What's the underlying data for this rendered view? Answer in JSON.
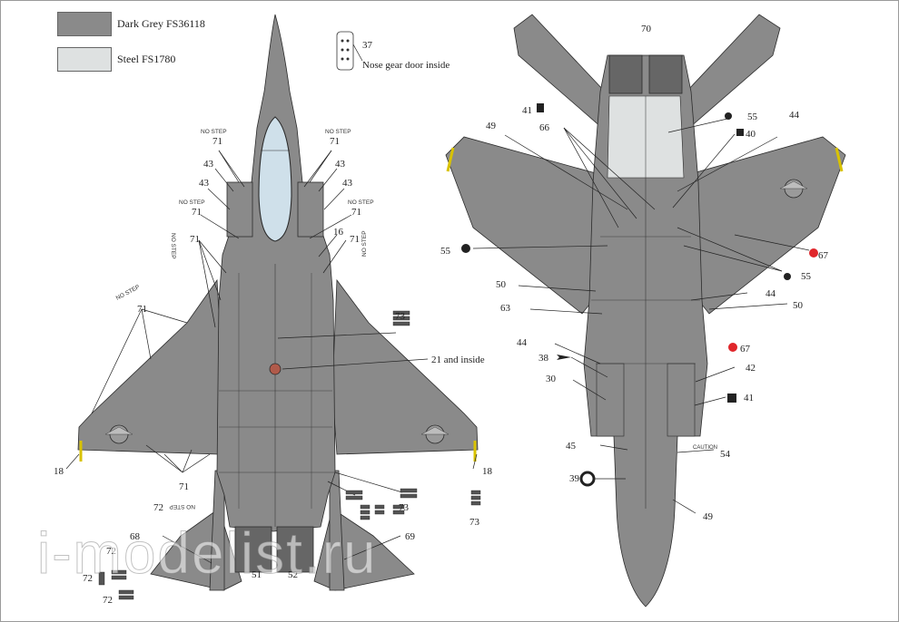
{
  "legend": [
    {
      "label": "Dark Grey FS36118",
      "color": "#8a8a8a"
    },
    {
      "label": "Steel FS1780",
      "color": "#dee1e1"
    }
  ],
  "colors": {
    "dark_grey": "#8a8a8a",
    "steel": "#dee1e1",
    "line": "#2b2b2b",
    "red": "#e0262b",
    "canopy": "#cfe0ea"
  },
  "labels": {
    "nose_gear": "Nose gear door inside",
    "n37": "37",
    "no_step": "NO STEP",
    "caution": "CAUTION",
    "n71": "71",
    "n43": "43",
    "n16": "16",
    "n73": "73",
    "n21": "21 and inside",
    "n18": "18",
    "n72": "72",
    "n68": "68",
    "n69": "69",
    "n51": "51",
    "n52": "52",
    "n70": "70",
    "n41": "41",
    "n66": "66",
    "n49": "49",
    "n55": "55",
    "n44": "44",
    "n40": "40",
    "n67": "67",
    "n50": "50",
    "n63": "63",
    "n38": "38",
    "n42": "42",
    "n30": "30",
    "n45": "45",
    "n54": "54",
    "n39": "39"
  },
  "watermark": "i-modelist.ru"
}
